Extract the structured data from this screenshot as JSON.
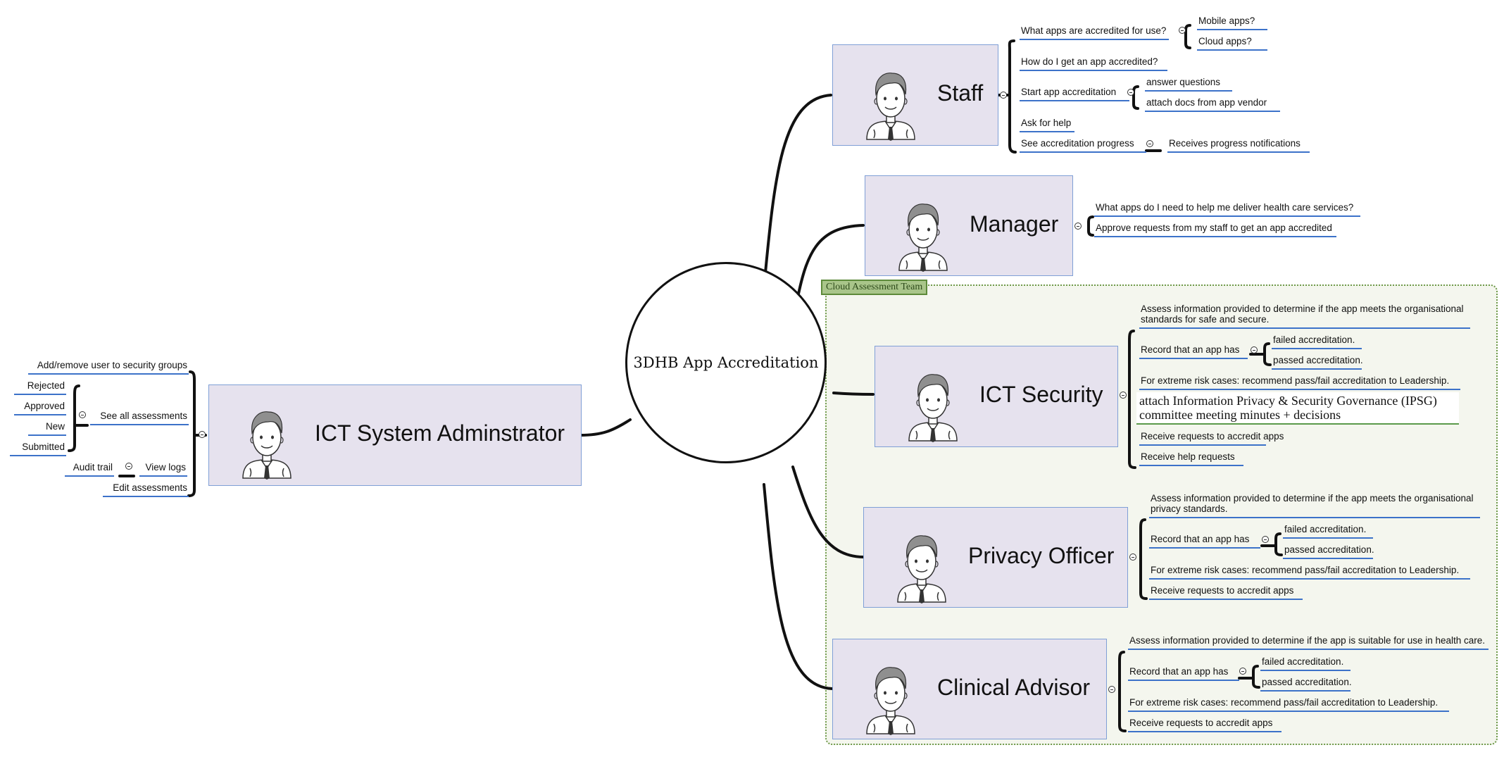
{
  "center": {
    "title": "3DHB App Accreditation"
  },
  "boundary": {
    "label": "Cloud Assessment Team"
  },
  "colors": {
    "node_fill": "#e6e2ee",
    "node_border": "#7f9fd6",
    "leaf_underline": "#3c72c9",
    "boundary_border": "#6f9a4a",
    "boundary_label_fill": "#a9c58a"
  },
  "icons": {
    "avatar": "person-avatar-icon",
    "collapse": "collapse-minus-icon"
  },
  "nodes": {
    "admin": {
      "label": "ICT System Adminstrator"
    },
    "staff": {
      "label": "Staff"
    },
    "manager": {
      "label": "Manager"
    },
    "ict": {
      "label": "ICT Security"
    },
    "privacy": {
      "label": "Privacy Officer"
    },
    "clinical": {
      "label": "Clinical Advisor"
    }
  },
  "admin": {
    "add_remove": "Add/remove user to security groups",
    "see_all": "See all assessments",
    "rejected": "Rejected",
    "approved": "Approved",
    "new": "New",
    "submitted": "Submitted",
    "audit_trail": "Audit trail",
    "view_logs": "View logs",
    "edit": "Edit assessments"
  },
  "staff": {
    "what_apps": "What apps are accredited for use?",
    "mobile": "Mobile apps?",
    "cloud": "Cloud apps?",
    "how": "How do I get an app accredited?",
    "start": "Start app accreditation",
    "answer": "answer questions",
    "attach": "attach docs from app vendor",
    "help": "Ask for help",
    "progress": "See accreditation progress",
    "notifications": "Receives progress notifications"
  },
  "manager": {
    "what_apps": "What apps do I need to help me deliver health care services?",
    "approve": "Approve requests from my staff to get an app accredited"
  },
  "ict": {
    "assess": "Assess information provided to determine if the app meets the organisational standards for safe and secure.",
    "record": "Record that an app has",
    "failed": "failed accreditation.",
    "passed": "passed accreditation.",
    "extreme": "For extreme risk cases: recommend pass/fail accreditation to Leadership.",
    "ipsg": "attach Information Privacy & Security Governance (IPSG) committee meeting minutes + decisions",
    "receive": "Receive requests to accredit apps",
    "help": "Receive help requests"
  },
  "privacy": {
    "assess": "Assess information provided to determine if the app meets the organisational privacy standards.",
    "record": "Record that an app has",
    "failed": "failed accreditation.",
    "passed": "passed accreditation.",
    "extreme": "For extreme risk cases: recommend pass/fail accreditation to Leadership.",
    "receive": "Receive requests to accredit apps"
  },
  "clinical": {
    "assess": "Assess information provided to determine if the app is suitable for use in health care.",
    "record": "Record that an app has",
    "failed": "failed accreditation.",
    "passed": "passed accreditation.",
    "extreme": "For extreme risk cases: recommend pass/fail accreditation to Leadership.",
    "receive": "Receive requests to accredit apps"
  }
}
